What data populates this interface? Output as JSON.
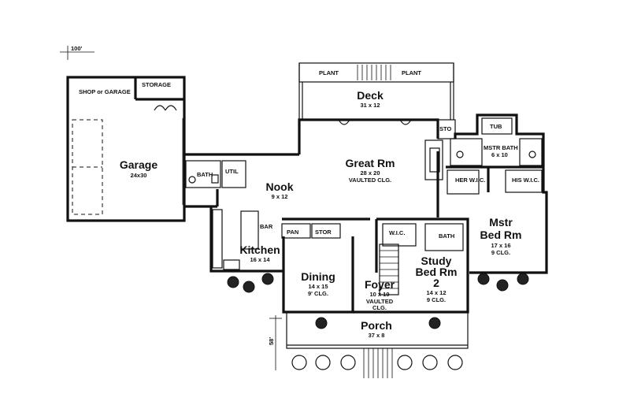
{
  "scale_top": "100'",
  "scale_side": "58'",
  "rooms": {
    "shop": "SHOP or GARAGE",
    "storage": "STORAGE",
    "garage": {
      "name": "Garage",
      "dim": "24x30"
    },
    "bath1": "BATH",
    "util": "UTIL",
    "nook": {
      "name": "Nook",
      "dim": "9 x 12"
    },
    "deck": {
      "name": "Deck",
      "dim": "31 x 12"
    },
    "plant_left": "PLANT",
    "plant_right": "PLANT",
    "sto": "STO",
    "tub": "TUB",
    "mstr_bath": {
      "name": "MSTR BATH",
      "dim": "6 x 10"
    },
    "her_wic": "HER W.I.C.",
    "his_wic": "HIS W.I.C.",
    "great": {
      "name": "Great Rm",
      "dim": "28 x 20",
      "note": "VAULTED CLG."
    },
    "mstr_bed": {
      "name1": "Mstr",
      "name2": "Bed Rm",
      "dim": "17 x 16",
      "note": "9 CLG."
    },
    "bar": "BAR",
    "pan": "PAN",
    "stor": "STOR",
    "wic": "W.I.C.",
    "bath2": "BATH",
    "kitchen": {
      "name": "Kitchen",
      "dim": "16 x 14"
    },
    "dining": {
      "name": "Dining",
      "dim": "14 x 15",
      "note": "9' CLG."
    },
    "foyer": {
      "name": "Foyer",
      "dim": "10 x 19",
      "note": "VAULTED",
      "note2": "CLG."
    },
    "study": {
      "name1": "Study",
      "name2": "Bed Rm",
      "name3": "2",
      "dim": "14 x 12",
      "note": "9 CLG."
    },
    "porch": {
      "name": "Porch",
      "dim": "37 x 8"
    }
  }
}
